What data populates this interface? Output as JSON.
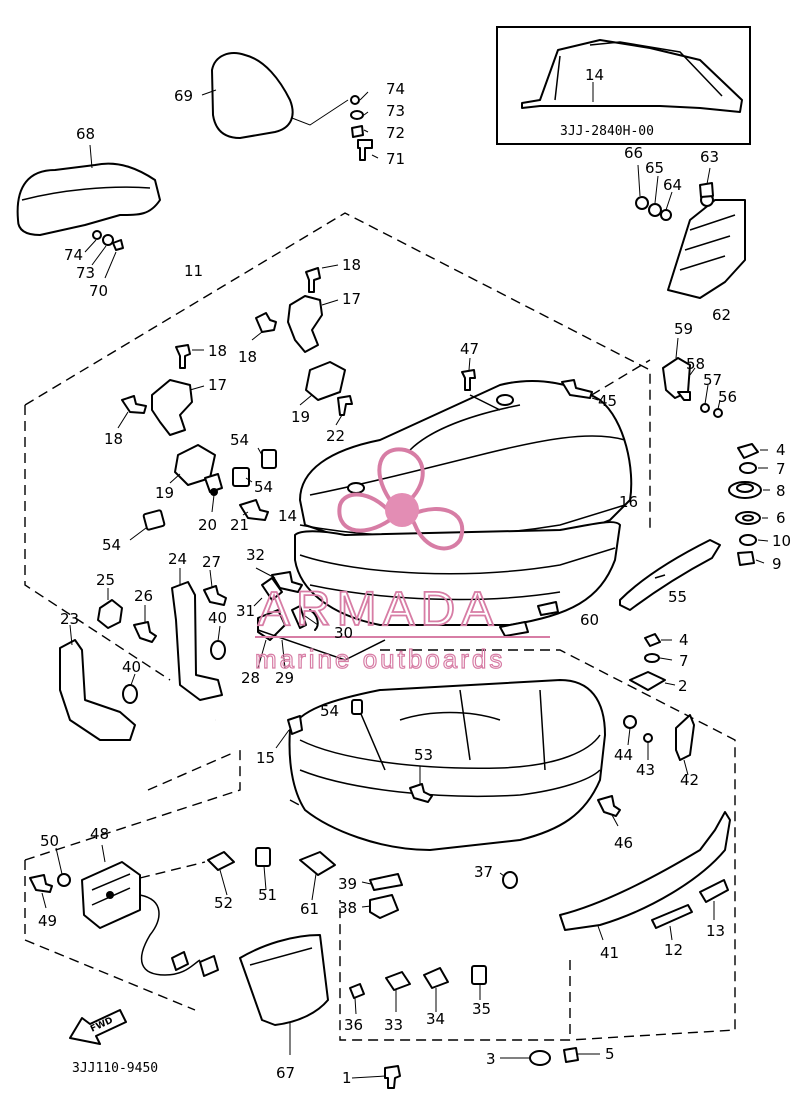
{
  "diagram": {
    "inset_code": "3JJ-2840H-00",
    "diagram_code": "3JJ110-9450",
    "fwd_arrow": "FWD",
    "watermark": {
      "main": "ARMADA",
      "sub": "marine outboards",
      "color": "#d77da5"
    },
    "callouts": {
      "c1": "1",
      "c2": "2",
      "c3": "3",
      "c4a": "4",
      "c4b": "4",
      "c5": "5",
      "c6": "6",
      "c7a": "7",
      "c7b": "7",
      "c8": "8",
      "c9": "9",
      "c10": "10",
      "c11": "11",
      "c12": "12",
      "c13": "13",
      "c14a": "14",
      "c14b": "14",
      "c15": "15",
      "c16": "16",
      "c17a": "17",
      "c17b": "17",
      "c18a": "18",
      "c18b": "18",
      "c18c": "18",
      "c18d": "18",
      "c19a": "19",
      "c19b": "19",
      "c20": "20",
      "c21": "21",
      "c22": "22",
      "c23": "23",
      "c24": "24",
      "c25": "25",
      "c26": "26",
      "c27": "27",
      "c28": "28",
      "c29": "29",
      "c30": "30",
      "c31": "31",
      "c32": "32",
      "c33": "33",
      "c34": "34",
      "c35": "35",
      "c36": "36",
      "c37": "37",
      "c38": "38",
      "c39": "39",
      "c40a": "40",
      "c40b": "40",
      "c41": "41",
      "c42": "42",
      "c43": "43",
      "c44": "44",
      "c45": "45",
      "c46": "46",
      "c47": "47",
      "c48": "48",
      "c49": "49",
      "c50": "50",
      "c51": "51",
      "c52": "52",
      "c53": "53",
      "c54a": "54",
      "c54b": "54",
      "c54c": "54",
      "c54d": "54",
      "c55": "55",
      "c56": "56",
      "c57": "57",
      "c58": "58",
      "c59": "59",
      "c60": "60",
      "c61": "61",
      "c62": "62",
      "c63": "63",
      "c64": "64",
      "c65": "65",
      "c66": "66",
      "c67": "67",
      "c68": "68",
      "c69": "69",
      "c70": "70",
      "c71": "71",
      "c72": "72",
      "c73a": "73",
      "c73b": "73",
      "c74a": "74",
      "c74b": "74"
    }
  }
}
